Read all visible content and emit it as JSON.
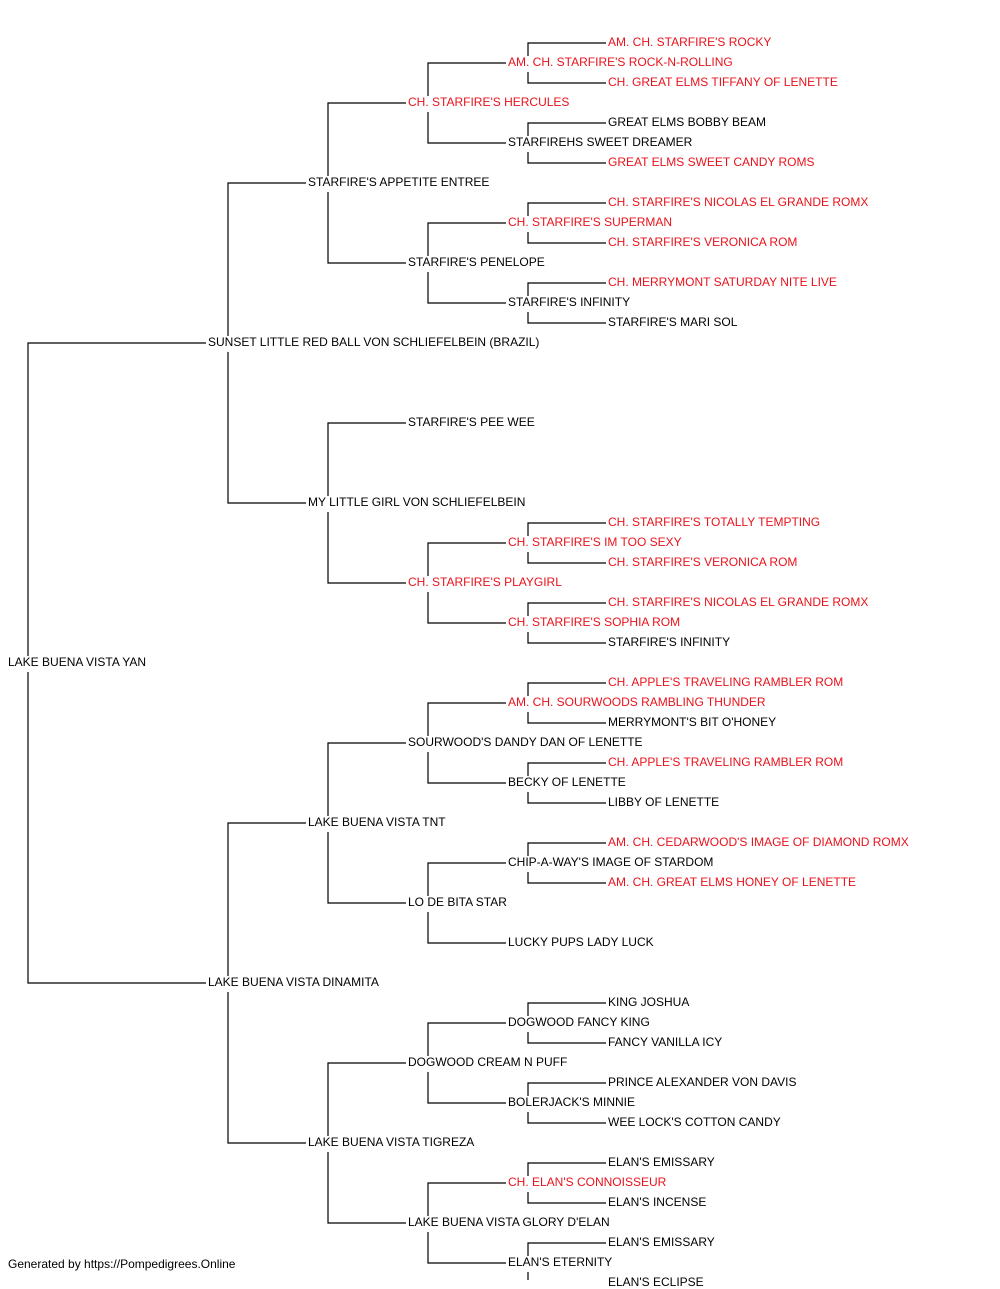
{
  "pedigree": {
    "colors": {
      "text": "#000000",
      "champion": "#e8121b",
      "line": "#000000"
    },
    "root": "LAKE BUENA VISTA YAN",
    "nodes": [
      {
        "id": "1",
        "name": "LAKE BUENA VISTA YAN",
        "champion": false
      },
      {
        "id": "2",
        "name": "SUNSET LITTLE RED BALL VON SCHLIEFELBEIN (BRAZIL)",
        "champion": false
      },
      {
        "id": "3",
        "name": "LAKE BUENA VISTA DINAMITA",
        "champion": false
      },
      {
        "id": "4",
        "name": "STARFIRE'S APPETITE ENTREE",
        "champion": false
      },
      {
        "id": "5",
        "name": "MY LITTLE GIRL VON SCHLIEFELBEIN",
        "champion": false
      },
      {
        "id": "6",
        "name": "LAKE BUENA VISTA TNT",
        "champion": false
      },
      {
        "id": "7",
        "name": "LAKE BUENA VISTA TIGREZA",
        "champion": false
      },
      {
        "id": "8",
        "name": "CH. STARFIRE'S HERCULES",
        "champion": true
      },
      {
        "id": "9",
        "name": "STARFIRE'S PENELOPE",
        "champion": false
      },
      {
        "id": "10",
        "name": "STARFIRE'S PEE WEE",
        "champion": false
      },
      {
        "id": "11",
        "name": "CH. STARFIRE'S PLAYGIRL",
        "champion": true
      },
      {
        "id": "12",
        "name": "SOURWOOD'S DANDY DAN OF LENETTE",
        "champion": false
      },
      {
        "id": "13",
        "name": "LO DE BITA STAR",
        "champion": false
      },
      {
        "id": "14",
        "name": "DOGWOOD CREAM N PUFF",
        "champion": false
      },
      {
        "id": "15",
        "name": "LAKE BUENA VISTA GLORY D'ELAN",
        "champion": false
      },
      {
        "id": "16",
        "name": "AM. CH. STARFIRE'S ROCK-N-ROLLING",
        "champion": true
      },
      {
        "id": "17",
        "name": "STARFIREHS SWEET DREAMER",
        "champion": false
      },
      {
        "id": "18",
        "name": "CH. STARFIRE'S SUPERMAN",
        "champion": true
      },
      {
        "id": "19",
        "name": "STARFIRE'S INFINITY",
        "champion": false
      },
      {
        "id": "22",
        "name": "CH. STARFIRE'S IM TOO SEXY",
        "champion": true
      },
      {
        "id": "23",
        "name": "CH. STARFIRE'S SOPHIA ROM",
        "champion": true
      },
      {
        "id": "24",
        "name": "AM. CH. SOURWOODS RAMBLING THUNDER",
        "champion": true
      },
      {
        "id": "25",
        "name": "BECKY OF LENETTE",
        "champion": false
      },
      {
        "id": "26",
        "name": "CHIP-A-WAY'S IMAGE OF STARDOM",
        "champion": false
      },
      {
        "id": "27",
        "name": "LUCKY PUPS LADY LUCK",
        "champion": false
      },
      {
        "id": "28",
        "name": "DOGWOOD FANCY KING",
        "champion": false
      },
      {
        "id": "29",
        "name": "BOLERJACK'S MINNIE",
        "champion": false
      },
      {
        "id": "30",
        "name": "CH. ELAN'S CONNOISSEUR",
        "champion": true
      },
      {
        "id": "31",
        "name": "ELAN'S ETERNITY",
        "champion": false
      },
      {
        "id": "32",
        "name": "AM. CH. STARFIRE'S ROCKY",
        "champion": true
      },
      {
        "id": "33",
        "name": "CH. GREAT ELMS TIFFANY OF LENETTE",
        "champion": true
      },
      {
        "id": "34",
        "name": "GREAT ELMS BOBBY BEAM",
        "champion": false
      },
      {
        "id": "35",
        "name": "GREAT ELMS SWEET CANDY ROMS",
        "champion": true
      },
      {
        "id": "36",
        "name": "CH. STARFIRE'S NICOLAS EL GRANDE ROMX",
        "champion": true
      },
      {
        "id": "37",
        "name": "CH. STARFIRE'S VERONICA ROM",
        "champion": true
      },
      {
        "id": "38",
        "name": "CH. MERRYMONT SATURDAY NITE LIVE",
        "champion": true
      },
      {
        "id": "39",
        "name": "STARFIRE'S MARI SOL",
        "champion": false
      },
      {
        "id": "44",
        "name": "CH. STARFIRE'S TOTALLY TEMPTING",
        "champion": true
      },
      {
        "id": "45",
        "name": "CH. STARFIRE'S VERONICA ROM",
        "champion": true
      },
      {
        "id": "46",
        "name": "CH. STARFIRE'S NICOLAS EL GRANDE ROMX",
        "champion": true
      },
      {
        "id": "47",
        "name": "STARFIRE'S INFINITY",
        "champion": false
      },
      {
        "id": "48",
        "name": "CH. APPLE'S TRAVELING RAMBLER ROM",
        "champion": true
      },
      {
        "id": "49",
        "name": "MERRYMONT'S BIT O'HONEY",
        "champion": false
      },
      {
        "id": "50",
        "name": "CH. APPLE'S TRAVELING RAMBLER ROM",
        "champion": true
      },
      {
        "id": "51",
        "name": "LIBBY OF LENETTE",
        "champion": false
      },
      {
        "id": "52",
        "name": "AM. CH. CEDARWOOD'S IMAGE OF DIAMOND ROMX",
        "champion": true
      },
      {
        "id": "53",
        "name": "AM. CH. GREAT ELMS HONEY OF LENETTE",
        "champion": true
      },
      {
        "id": "56",
        "name": "KING JOSHUA",
        "champion": false
      },
      {
        "id": "57",
        "name": "FANCY VANILLA ICY",
        "champion": false
      },
      {
        "id": "58",
        "name": "PRINCE ALEXANDER VON DAVIS",
        "champion": false
      },
      {
        "id": "59",
        "name": "WEE LOCK'S COTTON CANDY",
        "champion": false
      },
      {
        "id": "60",
        "name": "ELAN'S EMISSARY",
        "champion": false
      },
      {
        "id": "61",
        "name": "ELAN'S INCENSE",
        "champion": false
      },
      {
        "id": "62",
        "name": "ELAN'S EMISSARY",
        "champion": false
      },
      {
        "id": "63",
        "name": "ELAN'S ECLIPSE",
        "champion": false
      }
    ]
  },
  "footer": {
    "text": "Generated by https://Pompedigrees.Online"
  }
}
